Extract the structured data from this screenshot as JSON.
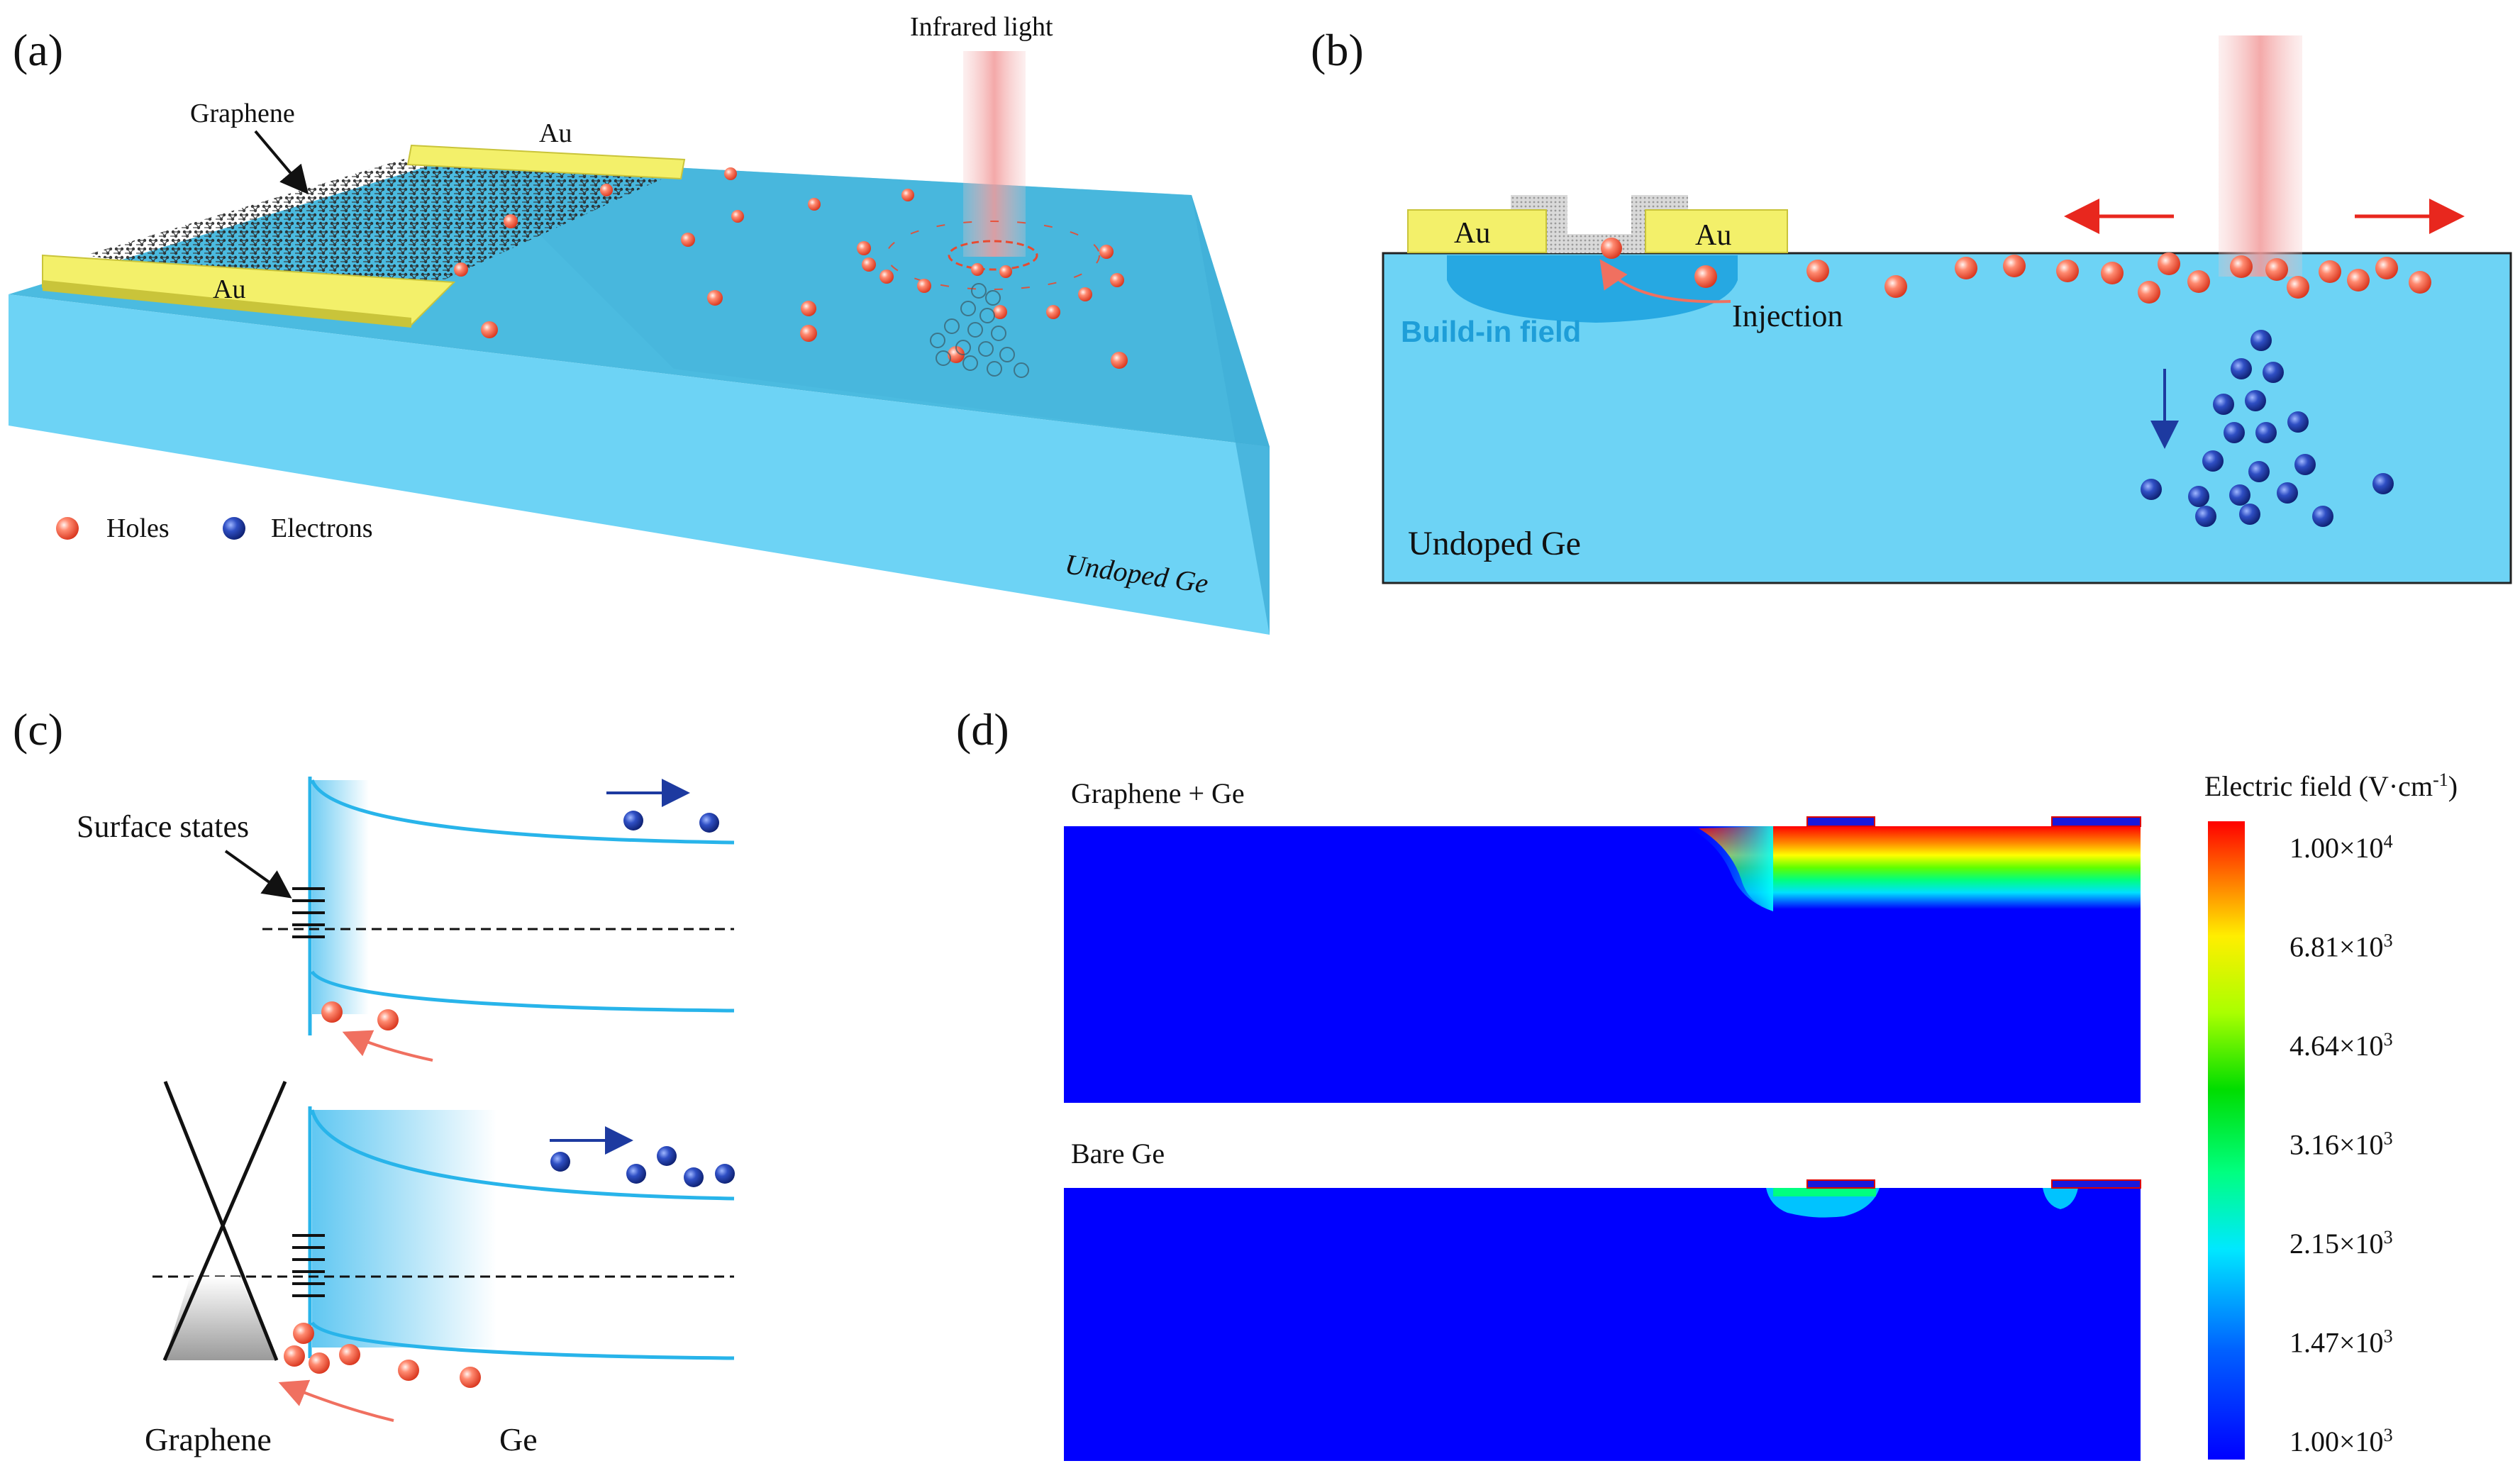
{
  "panels": {
    "a": {
      "label": "(a)",
      "infrared_label": "Infrared light",
      "graphene_label": "Graphene",
      "au_top_label": "Au",
      "au_bottom_label": "Au",
      "legend_holes": "Holes",
      "legend_electrons": "Electrons",
      "substrate_label": "Undoped Ge"
    },
    "b": {
      "label": "(b)",
      "au_left": "Au",
      "au_right": "Au",
      "build_in_field": "Build-in field",
      "injection": "Injection",
      "substrate_label": "Undoped Ge"
    },
    "c": {
      "label": "(c)",
      "surface_states": "Surface states",
      "graphene_label": "Graphene",
      "ge_label": "Ge"
    },
    "d": {
      "label": "(d)",
      "map_top_title": "Graphene + Ge",
      "map_bottom_title": "Bare Ge",
      "colorbar_title": "Electric field (V·cm",
      "colorbar_title_sup": "-1",
      "colorbar_title_end": ")",
      "colorbar_ticks": [
        {
          "mantissa": "1.00×10",
          "exp": "4"
        },
        {
          "mantissa": "6.81×10",
          "exp": "3"
        },
        {
          "mantissa": "4.64×10",
          "exp": "3"
        },
        {
          "mantissa": "3.16×10",
          "exp": "3"
        },
        {
          "mantissa": "2.15×10",
          "exp": "3"
        },
        {
          "mantissa": "1.47×10",
          "exp": "3"
        },
        {
          "mantissa": "1.00×10",
          "exp": "3"
        }
      ]
    }
  },
  "colors": {
    "ge_blue": "#6dd3f5",
    "ge_dark": "#4bb8df",
    "gold": "#f3f06a",
    "hole": "#f0573f",
    "electron": "#1b3aa6",
    "band_line": "#28b4ea",
    "arrow_red": "#e8271e",
    "map_blue": "#0000ff",
    "infrared_text": "#e8271e",
    "build_in_text": "#1e9ed8"
  }
}
